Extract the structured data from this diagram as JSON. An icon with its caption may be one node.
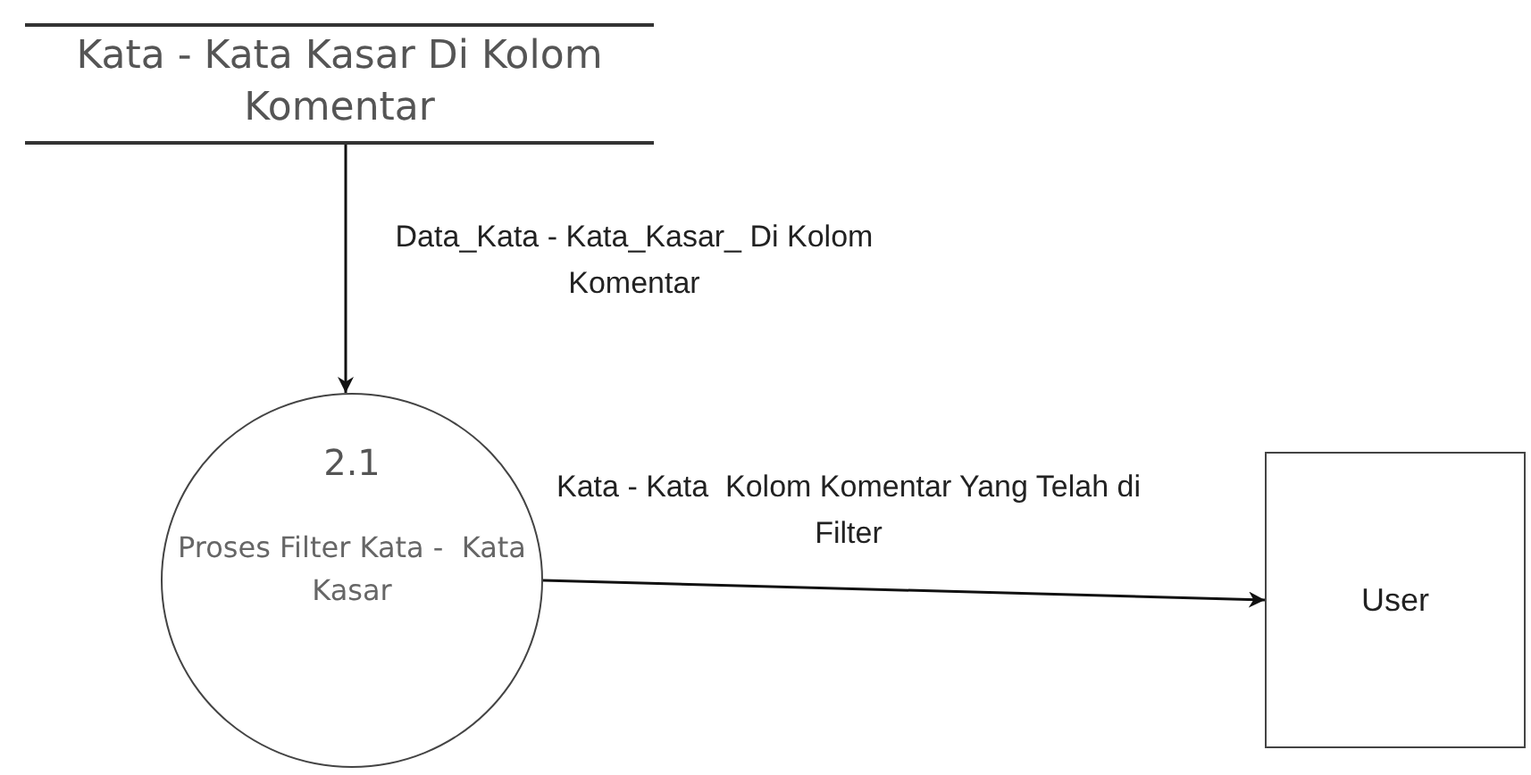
{
  "diagram": {
    "nodes": [
      {
        "text": [
          "Kata - Kata Kasar Di Kolom Komentar"
        ]
      },
      {
        "text": [
          "2.1",
          "Proses Filter Kata -  Kata Kasar"
        ]
      },
      {
        "text": [
          "User"
        ]
      }
    ],
    "edges": [
      {
        "from": 0,
        "to": 1,
        "arrow": "to",
        "label": "Data_Kata - Kata_Kasar_ Di Kolom Komentar"
      },
      {
        "from": 1,
        "to": 2,
        "arrow": "to",
        "label": "Kata - Kata  Kolom Komentar Yang Telah di Filter"
      }
    ]
  }
}
